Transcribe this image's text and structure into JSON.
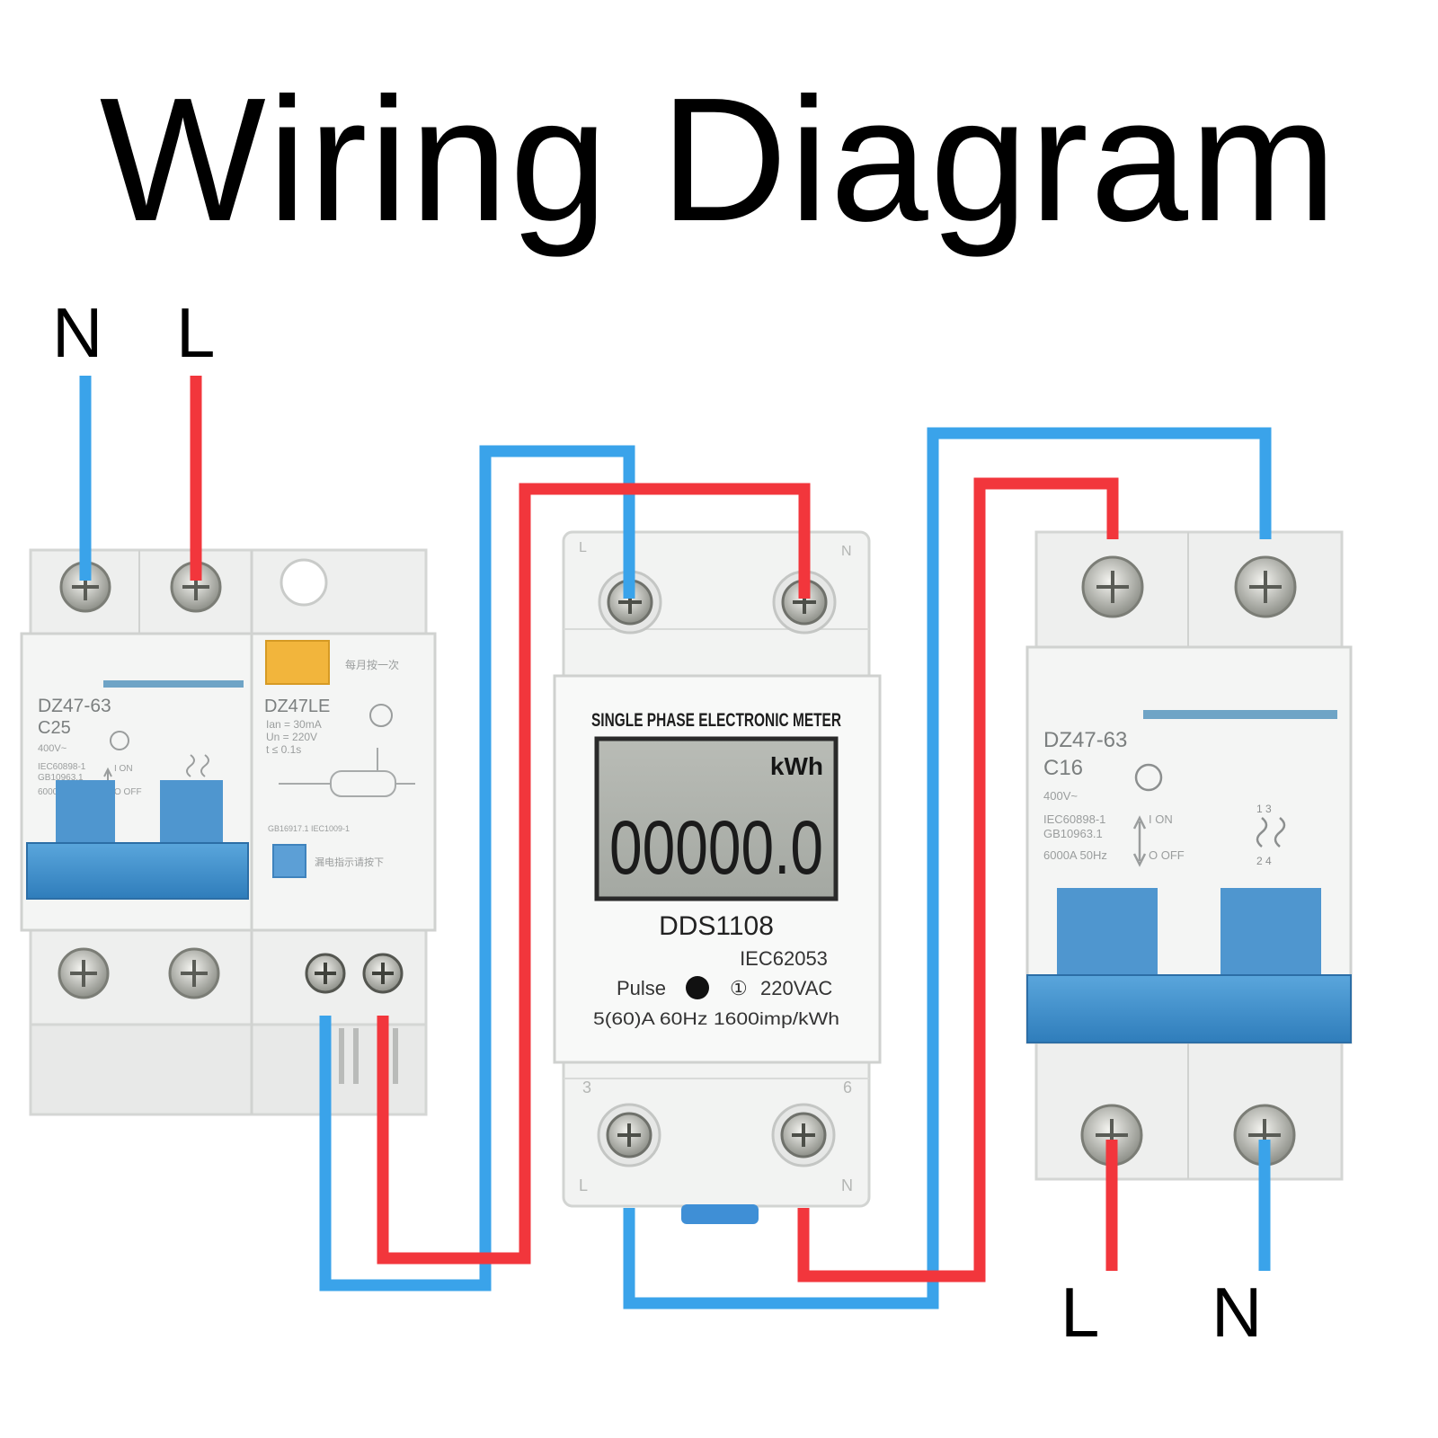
{
  "title": "Wiring Diagram",
  "input_labels": {
    "neutral": "N",
    "line": "L"
  },
  "output_labels": {
    "line": "L",
    "neutral": "N"
  },
  "colors": {
    "neutral_wire": "#3aa3ea",
    "line_wire": "#f2363c",
    "breaker_handle": "#3f8fc9",
    "device_body": "#f2f3f2"
  },
  "rcbo": {
    "model": "DZ47-63",
    "rating": "C25",
    "voltage": "400V~",
    "standard_1": "IEC60898-1",
    "standard_2": "GB10963.1",
    "capacity": "6000A 50Hz",
    "on_label": "I ON",
    "off_label": "O OFF",
    "rcd_model": "DZ47LE",
    "rcd_current": "Ian = 30mA",
    "rcd_voltage": "Un = 220V",
    "rcd_time": "t ≤ 0.1s",
    "rcd_test_note": "每月按一次",
    "rcd_standard": "GB16917.1  IEC1009-1",
    "rcd_reset_note": "漏电指示请按下"
  },
  "meter": {
    "heading": "SINGLE PHASE ELECTRONIC METER",
    "unit": "kWh",
    "reading": "00000.0",
    "model": "DDS1108",
    "standard": "IEC62053",
    "pulse_label": "Pulse",
    "class_mark": "①",
    "voltage": "220VAC",
    "specs": "5(60)A 60Hz 1600imp/kWh",
    "top_left_mark": "L",
    "top_right_mark": "N",
    "bottom_left_number": "3",
    "bottom_right_number": "6",
    "bottom_left_mark": "L",
    "bottom_right_mark": "N"
  },
  "breaker": {
    "model": "DZ47-63",
    "rating": "C16",
    "voltage": "400V~",
    "standard_1": "IEC60898-1",
    "standard_2": "GB10963.1",
    "capacity": "6000A 50Hz",
    "on_label": "I ON",
    "off_label": "O OFF",
    "pole_top": "1  3",
    "pole_bottom": "2  4"
  }
}
